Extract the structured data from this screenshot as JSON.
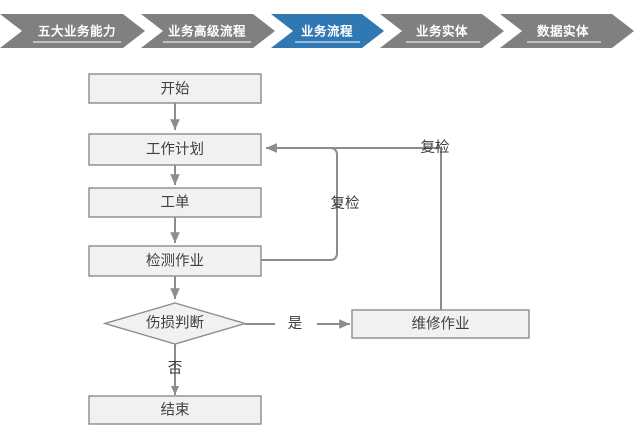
{
  "breadcrumb": {
    "active_color": "#2f78b4",
    "inactive_color": "#808080",
    "steps": [
      {
        "label": "五大业务能力",
        "active": false
      },
      {
        "label": "业务高级流程",
        "active": false
      },
      {
        "label": "业务流程",
        "active": true
      },
      {
        "label": "业务实体",
        "active": false
      },
      {
        "label": "数据实体",
        "active": false
      }
    ]
  },
  "flowchart": {
    "box_fill": "#f1f1f1",
    "box_border": "#8c8c8c",
    "edge_color": "#8c8c8c",
    "nodes": [
      {
        "id": "start",
        "shape": "rect",
        "label": "开始"
      },
      {
        "id": "work_plan",
        "shape": "rect",
        "label": "工作计划"
      },
      {
        "id": "work_order",
        "shape": "rect",
        "label": "工单"
      },
      {
        "id": "inspection",
        "shape": "rect",
        "label": "检测作业"
      },
      {
        "id": "damage",
        "shape": "diamond",
        "label": "伤损判断"
      },
      {
        "id": "repair",
        "shape": "rect",
        "label": "维修作业"
      },
      {
        "id": "end",
        "shape": "rect",
        "label": "结束"
      }
    ],
    "edge_labels": [
      {
        "id": "recheck_inner",
        "label": "复检"
      },
      {
        "id": "recheck_outer",
        "label": "复检"
      },
      {
        "id": "yes",
        "label": "是"
      },
      {
        "id": "no",
        "label": "否"
      }
    ]
  }
}
